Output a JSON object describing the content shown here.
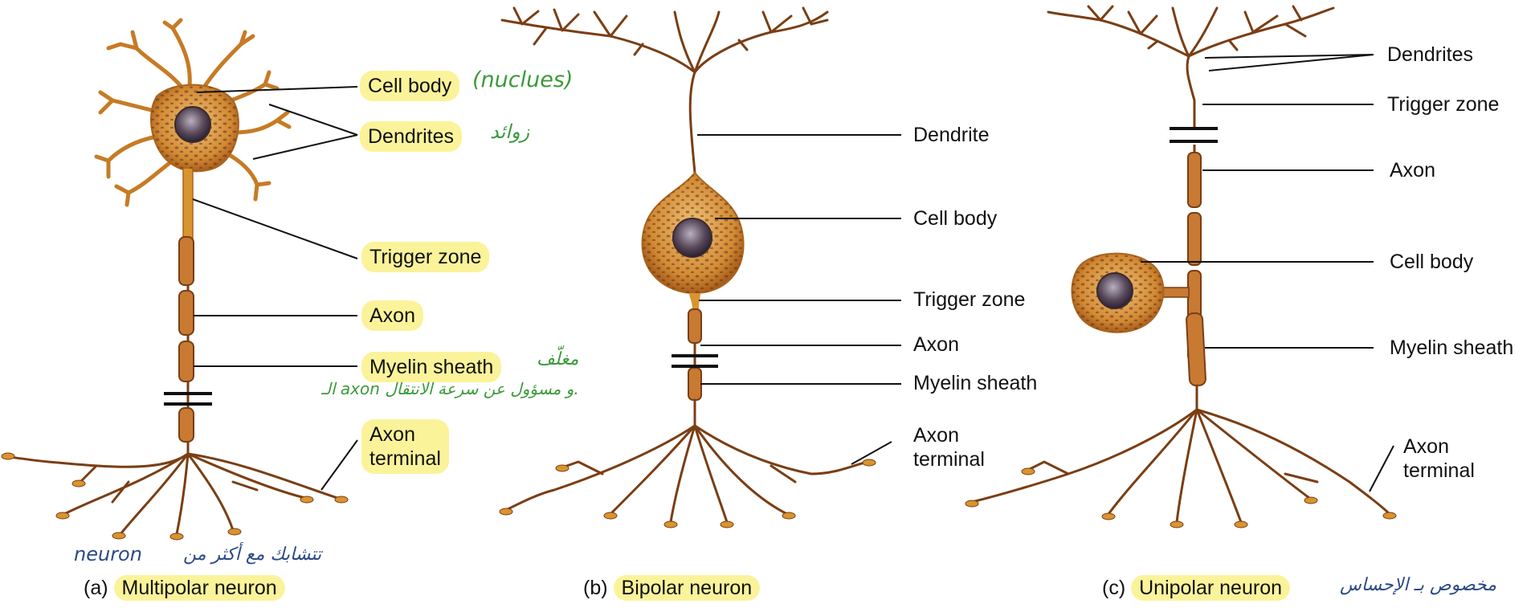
{
  "panels": {
    "multipolar": {
      "caption_prefix": "(a)",
      "caption_name": "Multipolar neuron",
      "labels": {
        "cell_body": "Cell body",
        "dendrites": "Dendrites",
        "trigger_zone": "Trigger zone",
        "axon": "Axon",
        "myelin_sheath": "Myelin sheath",
        "axon_terminal_1": "Axon",
        "axon_terminal_2": "terminal"
      },
      "notes": {
        "nucleus": "(nuclues)",
        "dendrites_ar": "زوائد",
        "myelin_ar_1": "مغلّف",
        "myelin_ar_2": "الـ axon و مسؤول عن سرعة الانتقال.",
        "neuron_ar": "تتشابك مع أكثر من",
        "neuron_en": "neuron"
      }
    },
    "bipolar": {
      "caption_prefix": "(b)",
      "caption_name": "Bipolar neuron",
      "labels": {
        "dendrite": "Dendrite",
        "cell_body": "Cell body",
        "trigger_zone": "Trigger zone",
        "axon": "Axon",
        "myelin_sheath": "Myelin sheath",
        "axon_terminal_1": "Axon",
        "axon_terminal_2": "terminal"
      }
    },
    "unipolar": {
      "caption_prefix": "(c)",
      "caption_name": "Unipolar neuron",
      "labels": {
        "dendrites": "Dendrites",
        "trigger_zone": "Trigger zone",
        "axon": "Axon",
        "cell_body": "Cell body",
        "myelin_sheath": "Myelin sheath",
        "axon_terminal_1": "Axon",
        "axon_terminal_2": "terminal"
      },
      "notes": {
        "sense_ar": "مخصوص بـ الإحساس"
      }
    }
  },
  "colors": {
    "neuron_stroke": "#7a3e14",
    "neuron_fill": "#d9942f",
    "body_fill": "#e0a24a",
    "highlight": "#fbf39a",
    "note_green": "#3b9a3b",
    "note_blue": "#2c4a86"
  }
}
